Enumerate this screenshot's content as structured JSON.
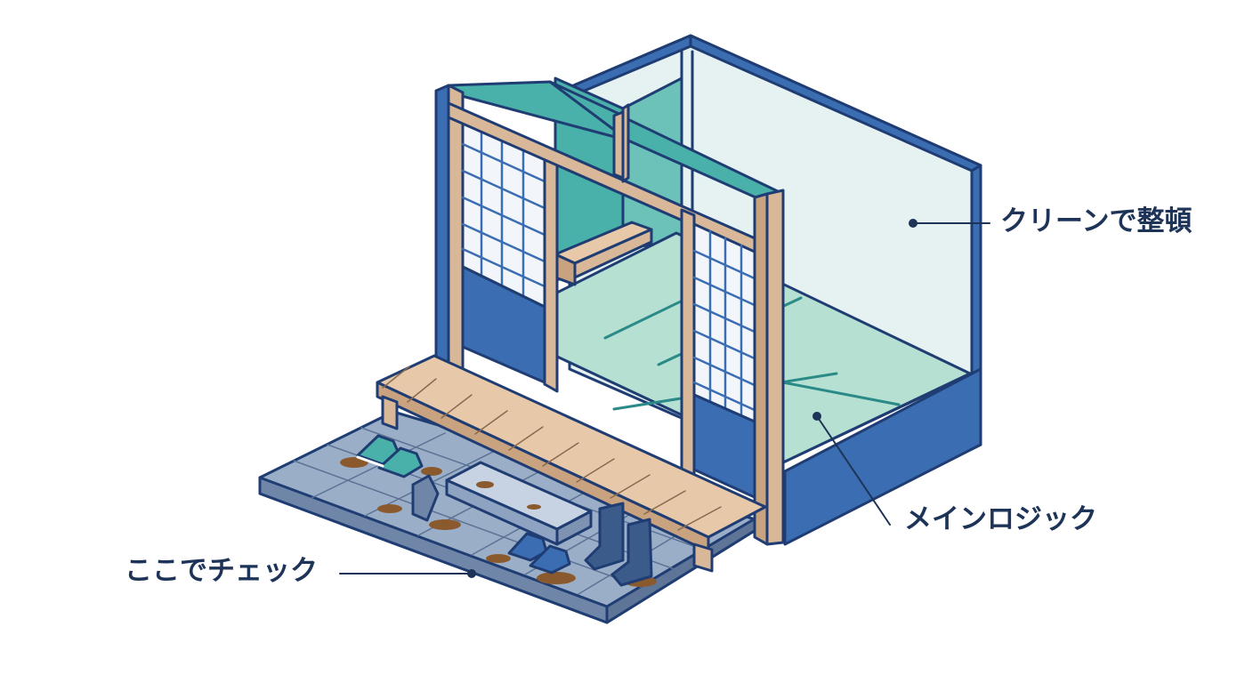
{
  "callouts": {
    "top": {
      "text": "クリーンで整頓"
    },
    "middle": {
      "text": "メインロジック"
    },
    "bottom": {
      "text": "ここでチェック"
    }
  },
  "colors": {
    "outline": "#1f3d73",
    "outer_wall": "#3b6db3",
    "glass": "#e6f2f2",
    "teal": "#49b0aa",
    "tatami": "#b6e0d2",
    "wood": "#d8b899",
    "stone": "#9aaec7",
    "mud": "#8a5a2e",
    "label_text": "#1d3357"
  }
}
